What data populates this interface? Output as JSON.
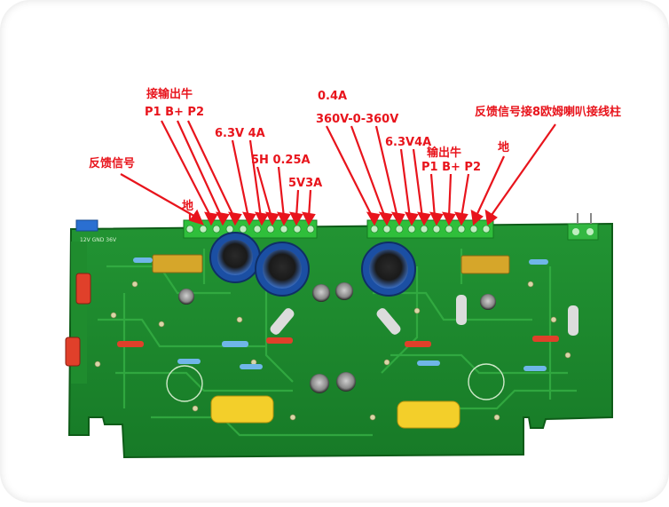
{
  "labels": {
    "out_trans_left_title": "接输出牛",
    "out_trans_left_pins": "P1  B+ P2",
    "fb_left": "反馈信号",
    "gnd_left": "地",
    "v63_4a_left": "6.3V 4A",
    "v5h_025a": "5H 0.25A",
    "v5v3a": "5V3A",
    "v04a": "0.4A",
    "v360": "360V-0-360V",
    "v63_4a_right": "6.3V4A",
    "out_trans_right_title": "输出牛",
    "out_trans_right_pins": "P1  B+ P2",
    "gnd_right": "地",
    "fb_right": "反馈信号接8欧姆喇叭接线柱"
  },
  "colors": {
    "annotation": "#e8141c",
    "pcb_green": "#1e8c2c",
    "pcb_dark": "#137020",
    "trace": "#2fa83d",
    "capacitor_blue": "#1b4fa3",
    "resistor_gold": "#d6a62a",
    "film_cap_yellow": "#f3cf2a"
  }
}
